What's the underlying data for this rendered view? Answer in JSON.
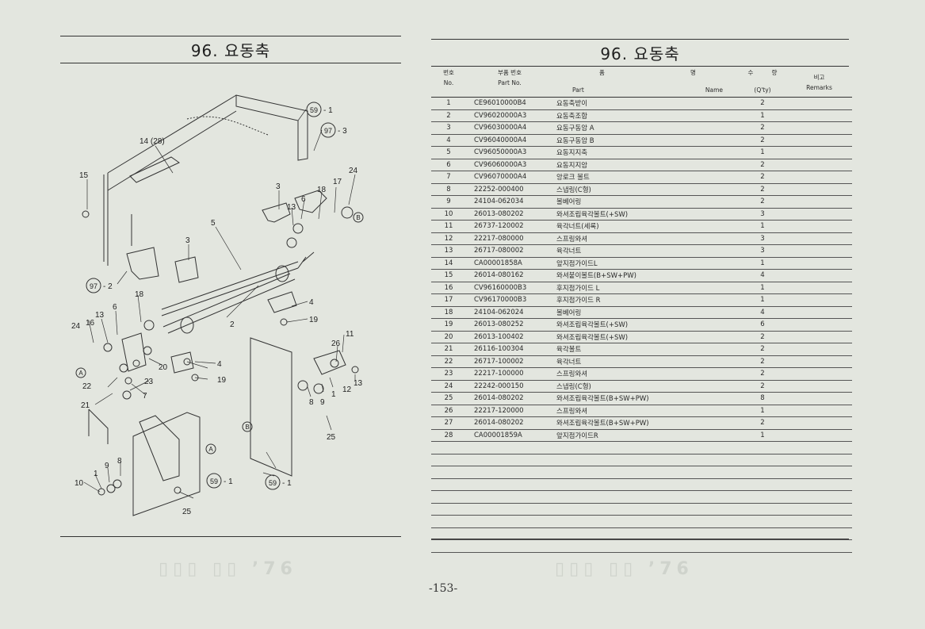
{
  "left": {
    "title": "96. 요동축",
    "callouts": {
      "c1": "59",
      "c1s": "- 1",
      "c2": "97",
      "c2s": "- 3",
      "c3": "97",
      "c3s": "- 2",
      "c4": "59",
      "c4s": "- 1",
      "c5": "59",
      "c5s": "- 1",
      "a": "A",
      "b": "B",
      "n14": "14 (28)",
      "n15": "15",
      "n24a": "24",
      "n3a": "3",
      "n6a": "6",
      "n18a": "18",
      "n17": "17",
      "n13a": "13",
      "n5": "5",
      "n3b": "3",
      "n18b": "18",
      "n13b": "13",
      "n6b": "6",
      "n16": "16",
      "n24b": "24",
      "n2": "2",
      "n4a": "4",
      "n19a": "19",
      "n20": "20",
      "n4b": "4",
      "n19b": "19",
      "n23": "23",
      "n7": "7",
      "n22": "22",
      "n21": "21",
      "n11": "11",
      "n26": "26",
      "n1": "1",
      "n12": "12",
      "n13c": "13",
      "n8a": "8",
      "n9a": "9",
      "n25a": "25",
      "n9b": "9",
      "n8b": "8",
      "n10": "10",
      "n1b": "1",
      "n25b": "25"
    }
  },
  "right": {
    "title": "96. 요동축",
    "headers": {
      "no_ko": "번호",
      "no_en": "No.",
      "part_ko": "부품 번호",
      "part_en": "Part   No.",
      "name_ko_a": "품",
      "name_ko_b": "명",
      "name_en_a": "Part",
      "name_en_b": "Name",
      "qty_ko_a": "수",
      "qty_ko_b": "량",
      "qty_en": "(Q'ty)",
      "remarks_ko": "비고",
      "remarks_en": "Remarks"
    },
    "rows": [
      {
        "no": "1",
        "part": "CE96010000B4",
        "name": "요동축받이",
        "qty": "2"
      },
      {
        "no": "2",
        "part": "CV96020000A3",
        "name": "요동축조합",
        "qty": "1"
      },
      {
        "no": "3",
        "part": "CV96030000A4",
        "name": "요동구동암 A",
        "qty": "2"
      },
      {
        "no": "4",
        "part": "CV96040000A4",
        "name": "요동구동암 B",
        "qty": "2"
      },
      {
        "no": "5",
        "part": "CV96050000A3",
        "name": "요동지지축",
        "qty": "1"
      },
      {
        "no": "6",
        "part": "CV96060000A3",
        "name": "요동지지암",
        "qty": "2"
      },
      {
        "no": "7",
        "part": "CV96070000A4",
        "name": "앙로크 볼트",
        "qty": "2"
      },
      {
        "no": "8",
        "part": "22252-000400",
        "name": "스냅링(C형)",
        "qty": "2"
      },
      {
        "no": "9",
        "part": "24104-062034",
        "name": "볼베어링",
        "qty": "2"
      },
      {
        "no": "10",
        "part": "26013-080202",
        "name": "와셔조립육각볼트(+SW)",
        "qty": "3"
      },
      {
        "no": "11",
        "part": "26737-120002",
        "name": "육각너트(세록)",
        "qty": "1"
      },
      {
        "no": "12",
        "part": "22217-080000",
        "name": "스프링와셔",
        "qty": "3"
      },
      {
        "no": "13",
        "part": "26717-080002",
        "name": "육각너트",
        "qty": "3"
      },
      {
        "no": "14",
        "part": "CA00001858A",
        "name": "앞지점가이드L",
        "qty": "1"
      },
      {
        "no": "15",
        "part": "26014-080162",
        "name": "와셔붙이볼트(B+SW+PW)",
        "qty": "4"
      },
      {
        "no": "16",
        "part": "CV96160000B3",
        "name": "후지점가이드 L",
        "qty": "1"
      },
      {
        "no": "17",
        "part": "CV96170000B3",
        "name": "후지점가이드 R",
        "qty": "1"
      },
      {
        "no": "18",
        "part": "24104-062024",
        "name": "볼베어링",
        "qty": "4"
      },
      {
        "no": "19",
        "part": "26013-080252",
        "name": "와셔조립육각볼트(+SW)",
        "qty": "6"
      },
      {
        "no": "20",
        "part": "26013-100402",
        "name": "와셔조립육각볼트(+SW)",
        "qty": "2"
      },
      {
        "no": "21",
        "part": "26116-100304",
        "name": "육각볼트",
        "qty": "2"
      },
      {
        "no": "22",
        "part": "26717-100002",
        "name": "육각너트",
        "qty": "2"
      },
      {
        "no": "23",
        "part": "22217-100000",
        "name": "스프링와셔",
        "qty": "2"
      },
      {
        "no": "24",
        "part": "22242-000150",
        "name": "스냅링(C형)",
        "qty": "2"
      },
      {
        "no": "25",
        "part": "26014-080202",
        "name": "와셔조립육각볼트(B+SW+PW)",
        "qty": "8"
      },
      {
        "no": "26",
        "part": "22217-120000",
        "name": "스프링와셔",
        "qty": "1"
      },
      {
        "no": "27",
        "part": "26014-080202",
        "name": "와셔조립육각볼트(B+SW+PW)",
        "qty": "2"
      },
      {
        "no": "28",
        "part": "CA00001859A",
        "name": "앞지점가이드R",
        "qty": "1"
      }
    ],
    "empty_rows": 9
  },
  "page_number": "-153-"
}
